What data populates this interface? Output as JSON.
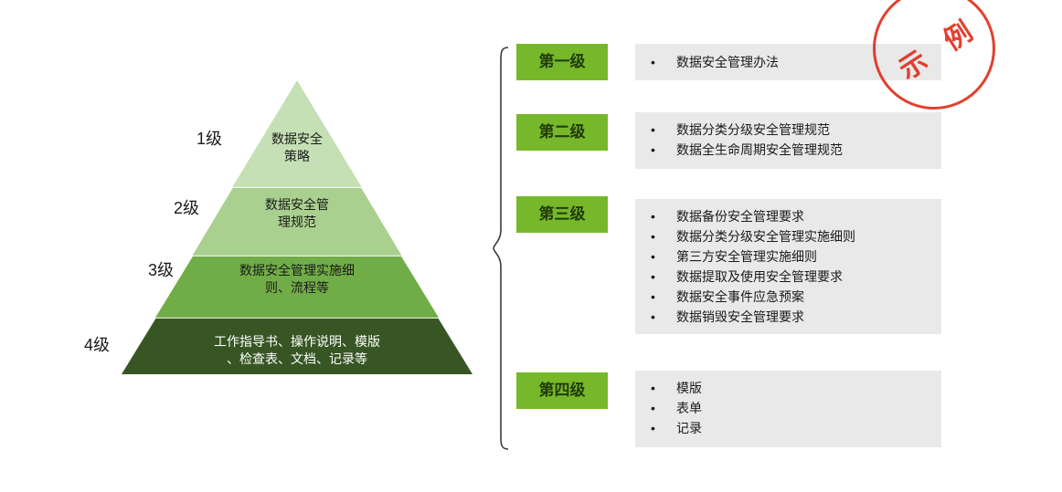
{
  "bullet": "•",
  "badge_color": "#76b82a",
  "list_bg": "#e9e9e9",
  "pyramid": {
    "colors": [
      "#c5e0b4",
      "#a9d08e",
      "#70ad47",
      "#375623"
    ],
    "levels": [
      {
        "side_label": "1级",
        "label": "数据安全\n策略"
      },
      {
        "side_label": "2级",
        "label": "数据安全管\n理规范"
      },
      {
        "side_label": "3级",
        "label": "数据安全管理实施细\n则、流程等"
      },
      {
        "side_label": "4级",
        "label": "工作指导书、操作说明、模版\n、检查表、文档、记录等"
      }
    ]
  },
  "sections": [
    {
      "badge": "第一级",
      "items": [
        "数据安全管理办法"
      ]
    },
    {
      "badge": "第二级",
      "items": [
        "数据分类分级安全管理规范",
        "数据全生命周期安全管理规范"
      ]
    },
    {
      "badge": "第三级",
      "items": [
        "数据备份安全管理要求",
        "数据分类分级安全管理实施细则",
        "第三方安全管理实施细则",
        "数据提取及使用安全管理要求",
        "数据安全事件应急预案",
        "数据销毁安全管理要求"
      ]
    },
    {
      "badge": "第四级",
      "items": [
        "模版",
        "表单",
        "记录"
      ]
    }
  ],
  "stamp": {
    "label": "示 例",
    "color": "#e0301e"
  }
}
